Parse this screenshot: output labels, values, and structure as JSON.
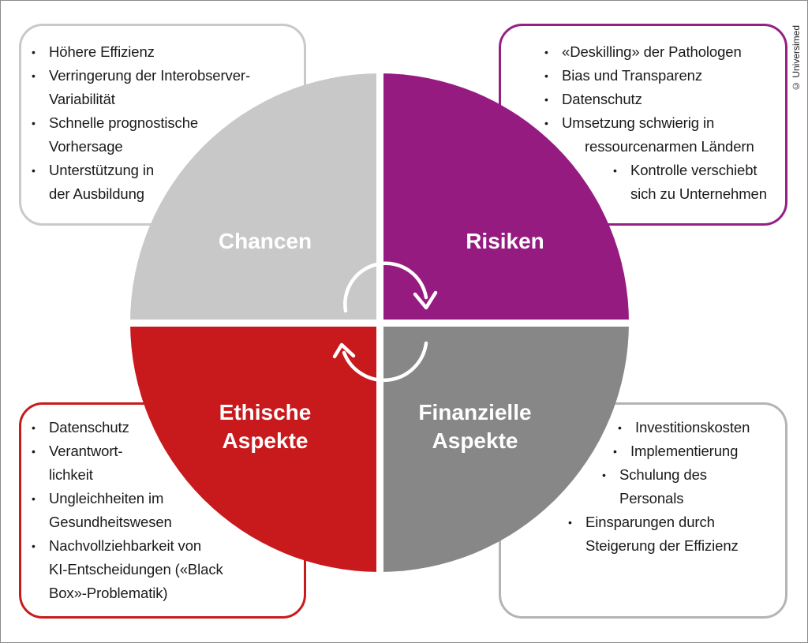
{
  "copyright": "© Universimed",
  "quadrants": {
    "top_left": {
      "label": "Chancen",
      "color": "#c8c8c8"
    },
    "top_right": {
      "label": "Risiken",
      "color": "#951b81"
    },
    "bottom_left": {
      "label_line1": "Ethische",
      "label_line2": "Aspekte",
      "color": "#c8191c"
    },
    "bottom_right": {
      "label_line1": "Finanzielle",
      "label_line2": "Aspekte",
      "color": "#878787"
    }
  },
  "boxes": {
    "chancen": {
      "border_color": "#c9c9c9",
      "lines": [
        "Höhere Effizienz",
        "Verringerung der Interobserver-",
        "Variabilität",
        "Schnelle prognostische",
        "Vorhersage",
        "Unterstützung in",
        "der Ausbildung"
      ]
    },
    "risiken": {
      "border_color": "#952083",
      "lines": [
        "«Deskilling» der Pathologen",
        "Bias und Transparenz",
        "Datenschutz",
        "Umsetzung schwierig in",
        "ressourcenarmen Ländern",
        "Kontrolle verschiebt",
        "sich zu Unternehmen"
      ]
    },
    "ethik": {
      "border_color": "#c81b1b",
      "lines": [
        "Datenschutz",
        "Verantwort-",
        "lichkeit",
        "Ungleichheiten im",
        "Gesundheitswesen",
        "Nachvollziehbarkeit von",
        "KI-Entscheidungen («Black",
        "Box»-Problematik)"
      ]
    },
    "finanzen": {
      "border_color": "#b4b4b4",
      "lines": [
        "Investitionskosten",
        "Implementierung",
        "Schulung des",
        "Personals",
        "Einsparungen durch",
        "Steigerung der Effizienz"
      ]
    }
  }
}
